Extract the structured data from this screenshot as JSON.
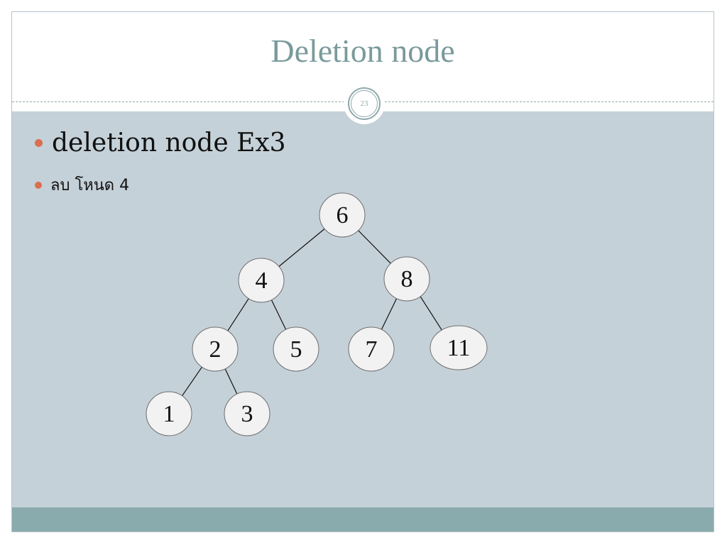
{
  "slide": {
    "title": "Deletion node",
    "page_number": "23"
  },
  "bullets": [
    {
      "text": "deletion node Ex3"
    },
    {
      "text": "ลบ โหนด 4"
    }
  ],
  "tree": {
    "nodes": [
      {
        "id": "n6",
        "label": "6"
      },
      {
        "id": "n4",
        "label": "4"
      },
      {
        "id": "n8",
        "label": "8"
      },
      {
        "id": "n2",
        "label": "2"
      },
      {
        "id": "n5",
        "label": "5"
      },
      {
        "id": "n7",
        "label": "7"
      },
      {
        "id": "n11",
        "label": "11"
      },
      {
        "id": "n1",
        "label": "1"
      },
      {
        "id": "n3",
        "label": "3"
      }
    ],
    "edges": [
      [
        "n6",
        "n4"
      ],
      [
        "n6",
        "n8"
      ],
      [
        "n4",
        "n2"
      ],
      [
        "n4",
        "n5"
      ],
      [
        "n8",
        "n7"
      ],
      [
        "n8",
        "n11"
      ],
      [
        "n2",
        "n1"
      ],
      [
        "n2",
        "n3"
      ]
    ],
    "colors": {
      "node_fill": "#f2f2f2",
      "node_stroke": "#6e6e6e",
      "edge": "#111111"
    }
  },
  "theme": {
    "title_color": "#7a9a9c",
    "content_bg": "#c5d1d8",
    "footer_bg": "#8aabad",
    "bullet_color": "#d96f4f"
  }
}
